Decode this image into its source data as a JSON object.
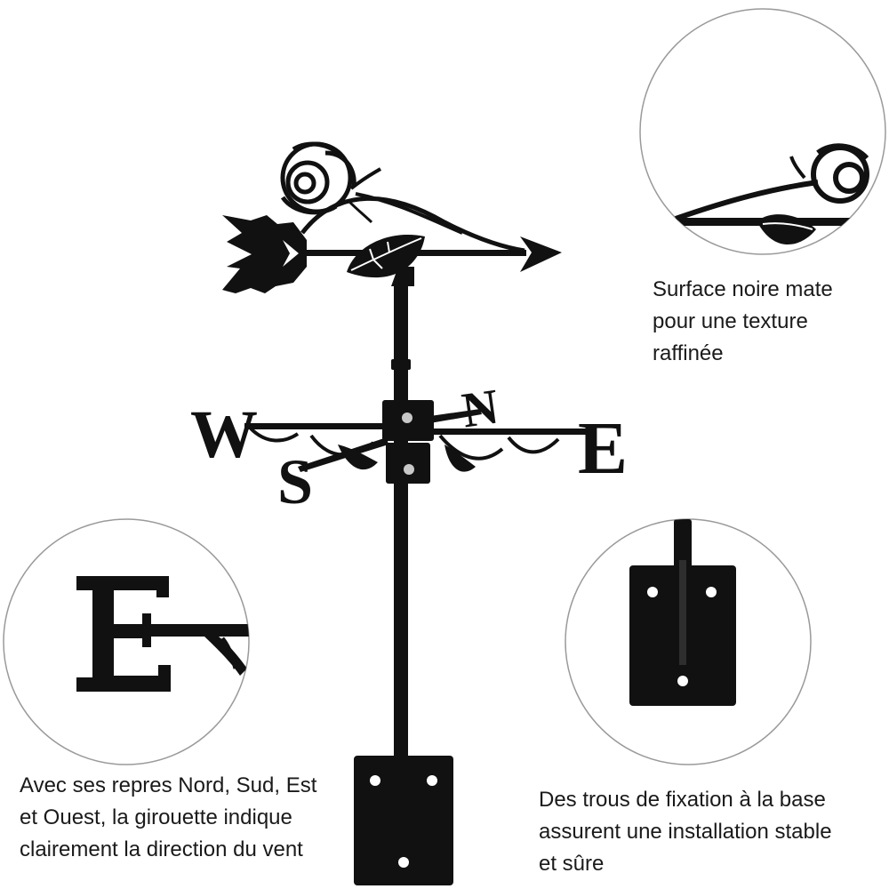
{
  "colors": {
    "metal": "#111111",
    "background": "#ffffff",
    "circle_outline": "#9a9a9a",
    "screw": "#c8c8c8"
  },
  "product": {
    "compass_letters": {
      "west": "W",
      "east": "E",
      "north": "N",
      "south": "S"
    }
  },
  "callouts": {
    "texture": {
      "lines": [
        "Surface noire mate",
        "pour une texture",
        "raffinée"
      ]
    },
    "directions": {
      "lines": [
        "Avec ses repres Nord, Sud, Est",
        "et Ouest, la girouette indique",
        "clairement la direction du vent"
      ]
    },
    "holes": {
      "lines": [
        "Des trous de fixation à la base",
        "assurent une installation stable",
        "et sûre"
      ]
    }
  }
}
